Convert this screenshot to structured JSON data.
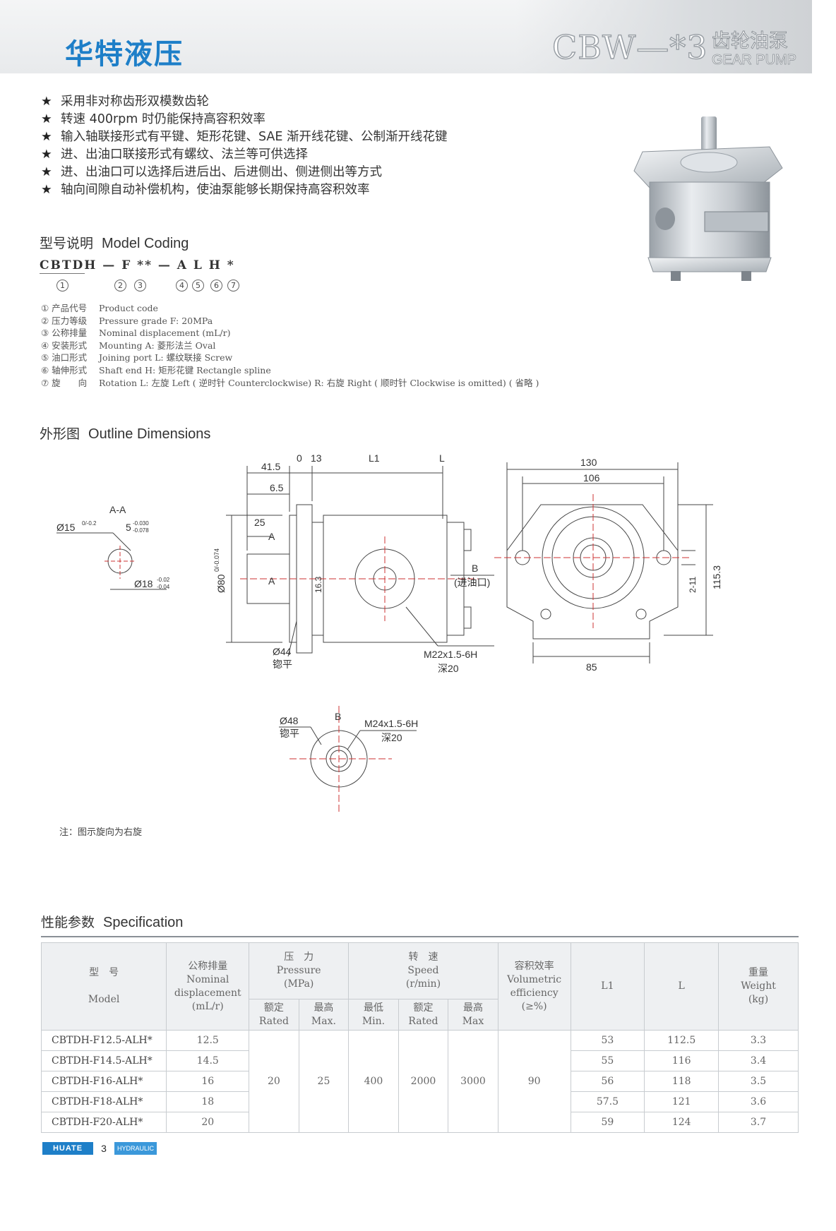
{
  "header": {
    "brand": "华特液压",
    "series": "CBW—*3",
    "product_cn": "齿轮油泵",
    "product_en": "GEAR PUMP"
  },
  "features": [
    "采用非对称齿形双模数齿轮",
    "转速 400rpm 时仍能保持高容积效率",
    "输入轴联接形式有平键、矩形花键、SAE 渐开线花键、公制渐开线花键",
    "进、出油口联接形式有螺纹、法兰等可供选择",
    "进、出油口可以选择后进后出、后进侧出、侧进侧出等方式",
    "轴向间隙自动补偿机构，使油泵能够长期保持高容积效率"
  ],
  "model_coding": {
    "title_cn": "型号说明",
    "title_en": "Model Coding",
    "code": "CBTDH — F ** — A L H *",
    "markers": [
      "1",
      "2",
      "3",
      "4",
      "5",
      "6",
      "7"
    ],
    "legend": [
      {
        "cn": "① 产品代号",
        "en": "Product code"
      },
      {
        "cn": "② 压力等级",
        "en": "Pressure grade  F: 20MPa"
      },
      {
        "cn": "③ 公称排量",
        "en": "Nominal displacement  (mL/r)"
      },
      {
        "cn": "④ 安装形式",
        "en": "Mounting  A: 菱形法兰 Oval"
      },
      {
        "cn": "⑤ 油口形式",
        "en": "Joining port  L: 螺纹联接 Screw"
      },
      {
        "cn": "⑥ 轴伸形式",
        "en": "Shaft end  H: 矩形花键 Rectangle spline"
      },
      {
        "cn": "⑦ 旋　　向",
        "en": "Rotation  L: 左旋 Left ( 逆时针 Counterclockwise)   R: 右旋 Right ( 顺时针 Clockwise is omitted) ( 省略 )"
      }
    ]
  },
  "outline": {
    "title_cn": "外形图",
    "title_en": "Outline Dimensions",
    "labels": {
      "aa": "A-A",
      "d15": "Ø15",
      "d15_tol": "0/-0.2",
      "d5": "5",
      "d5_tol_up": "-0.030",
      "d5_tol_lo": "-0.078",
      "d18": "Ø18",
      "d18_tol_up": "-0.02",
      "d18_tol_lo": "-0.04",
      "d80": "Ø80",
      "d80_tol": "0/-0.074",
      "dim_41_5": "41.5",
      "dim_0": "0",
      "dim_13": "13",
      "dim_L1": "L1",
      "dim_L": "L",
      "dim_6_5": "6.5",
      "dim_25": "25",
      "sec_a": "A",
      "dim_16_3": "16.3",
      "d44": "Ø44",
      "spotface": "锪平",
      "m22": "M22x1.5-6H",
      "depth20": "深20",
      "dim_130": "130",
      "dim_106": "106",
      "dim_85": "85",
      "dim_115_3": "115.3",
      "dim_2_11": "2-11",
      "view_b": "B",
      "inlet": "(进油口)",
      "d48": "Ø48",
      "m24": "M24x1.5-6H"
    },
    "note": "注：图示旋向为右旋"
  },
  "specification": {
    "title_cn": "性能参数",
    "title_en": "Specification",
    "headers": {
      "model_cn": "型　号",
      "model_en": "Model",
      "disp_cn": "公称排量",
      "disp_en1": "Nominal",
      "disp_en2": "displacement",
      "disp_unit": "(mL/r)",
      "press_cn": "压　力",
      "press_en": "Pressure",
      "press_unit": "(MPa)",
      "rated_cn": "额定",
      "rated_en": "Rated",
      "max_cn": "最高",
      "max_en": "Max.",
      "speed_cn": "转　速",
      "speed_en": "Speed",
      "speed_unit": "(r/min)",
      "min_cn": "最低",
      "min_en": "Min.",
      "s_rated_cn": "额定",
      "s_rated_en": "Rated",
      "s_max_cn": "最高",
      "s_max_en": "Max",
      "eff_cn": "容积效率",
      "eff_en1": "Volumetric",
      "eff_en2": "efficiency",
      "eff_unit": "(≥%)",
      "l1": "L1",
      "l": "L",
      "weight_cn": "重量",
      "weight_en": "Weight",
      "weight_unit": "(kg)"
    },
    "shared": {
      "rated_pressure": "20",
      "max_pressure": "25",
      "min_speed": "400",
      "rated_speed": "2000",
      "max_speed": "3000",
      "efficiency": "90"
    },
    "rows": [
      {
        "model": "CBTDH-F12.5-ALH*",
        "disp": "12.5",
        "l1": "53",
        "l": "112.5",
        "weight": "3.3"
      },
      {
        "model": "CBTDH-F14.5-ALH*",
        "disp": "14.5",
        "l1": "55",
        "l": "116",
        "weight": "3.4"
      },
      {
        "model": "CBTDH-F16-ALH*",
        "disp": "16",
        "l1": "56",
        "l": "118",
        "weight": "3.5"
      },
      {
        "model": "CBTDH-F18-ALH*",
        "disp": "18",
        "l1": "57.5",
        "l": "121",
        "weight": "3.6"
      },
      {
        "model": "CBTDH-F20-ALH*",
        "disp": "20",
        "l1": "59",
        "l": "124",
        "weight": "3.7"
      }
    ]
  },
  "footer": {
    "logo": "HUATE",
    "page": "3",
    "tag": "HYDRAULIC"
  }
}
